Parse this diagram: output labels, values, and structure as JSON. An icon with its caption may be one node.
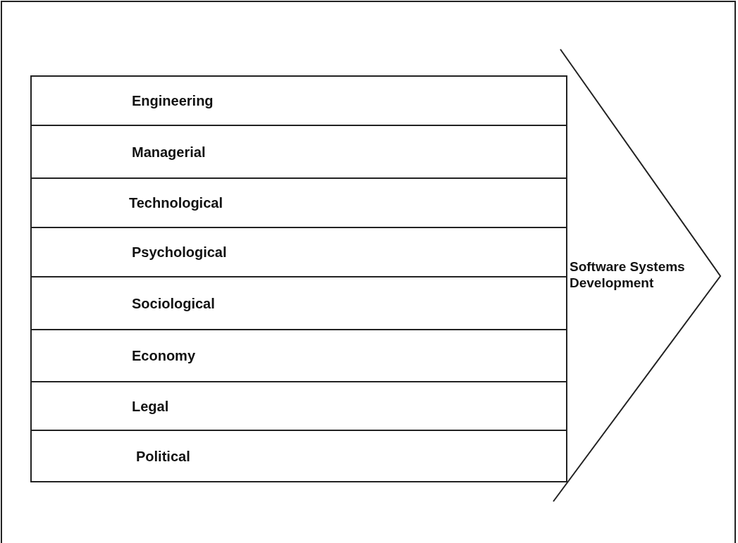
{
  "diagram": {
    "nodes": [
      {
        "text": [
          "Engineering"
        ]
      },
      {
        "text": [
          "Managerial"
        ]
      },
      {
        "text": [
          "Technological"
        ]
      },
      {
        "text": [
          "Psychological"
        ]
      },
      {
        "text": [
          "Sociological"
        ]
      },
      {
        "text": [
          "Economy"
        ]
      },
      {
        "text": [
          "Legal"
        ]
      },
      {
        "text": [
          "Political"
        ]
      },
      {
        "text": [
          "Software Systems Development"
        ]
      }
    ]
  }
}
